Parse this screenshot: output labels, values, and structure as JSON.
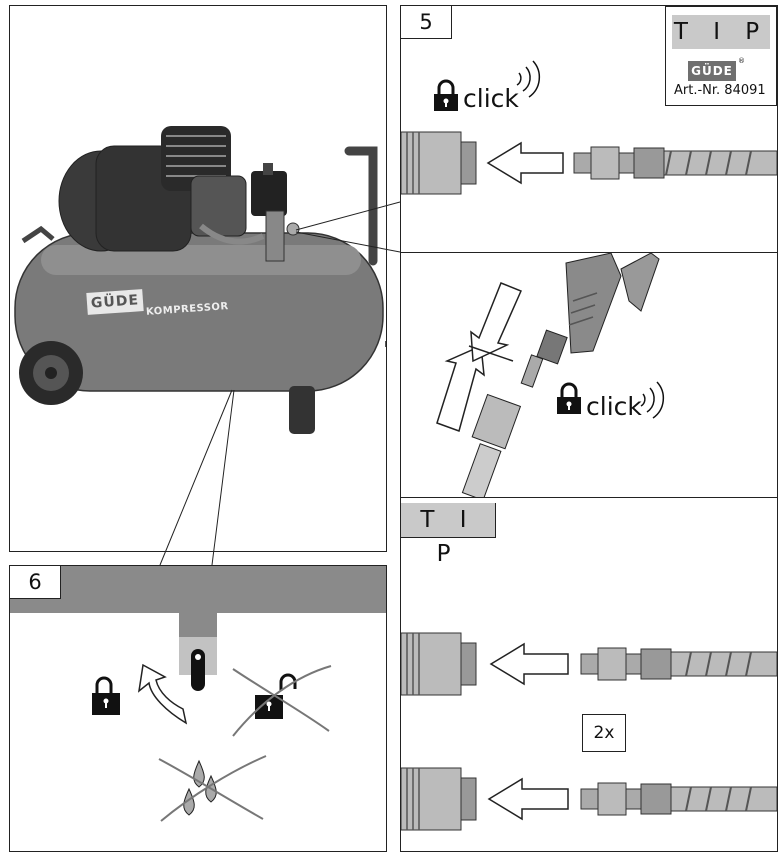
{
  "step5": {
    "number": "5",
    "click": "click"
  },
  "step6": {
    "number": "6"
  },
  "tip_badge": {
    "label": "T I P",
    "logo": "GÜDE",
    "article": "Art.-Nr. 84091"
  },
  "gun_section": {
    "click": "click"
  },
  "tip_section": {
    "label": "T I P",
    "count": "2x"
  },
  "compressor": {
    "logo": "GÜDE",
    "brand_label": "KOMPRESSOR"
  }
}
